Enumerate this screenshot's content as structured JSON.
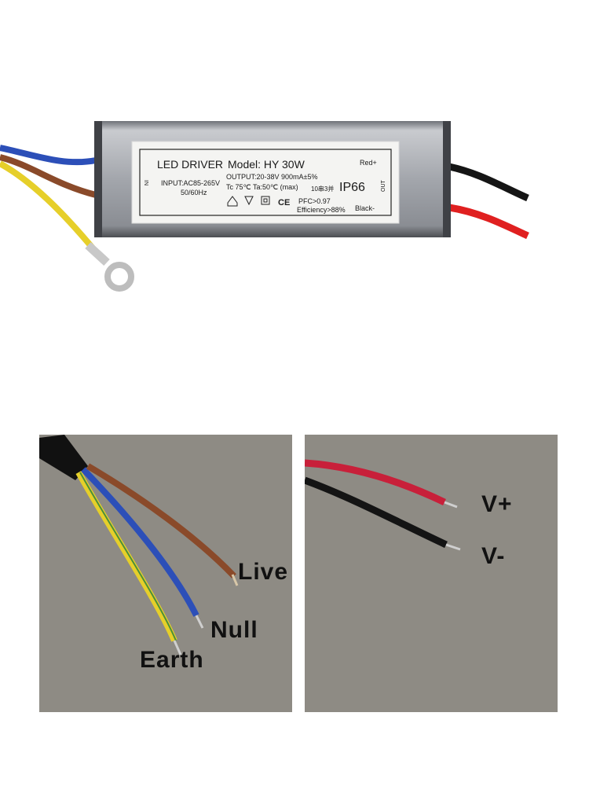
{
  "driver_label": {
    "title": "LED DRIVER",
    "model": "Model: HY 30W",
    "output": "OUTPUT:20-38V  900mA±5%",
    "input": "INPUT:AC85-265V",
    "freq": "50/60Hz",
    "temp": "Tc 75℃  Ta:50℃ (max)",
    "config": "10串3并",
    "rating": "IP66",
    "pfc": "PFC>0.97",
    "efficiency": "Efficiency>88%",
    "red": "Red+",
    "black": "Black-",
    "in_mark": "IN",
    "out_mark": "OUT"
  },
  "ac_wires": {
    "live": "Live",
    "null": "Null",
    "earth": "Earth"
  },
  "dc_wires": {
    "positive": "V+",
    "negative": "V-"
  },
  "colors": {
    "blue": "#2c4fb8",
    "brown": "#8a4a2a",
    "yellow": "#e6cf2a",
    "red": "#e02020",
    "black": "#151515",
    "panel": "#8e8b84",
    "housing": "#a7aab0"
  }
}
